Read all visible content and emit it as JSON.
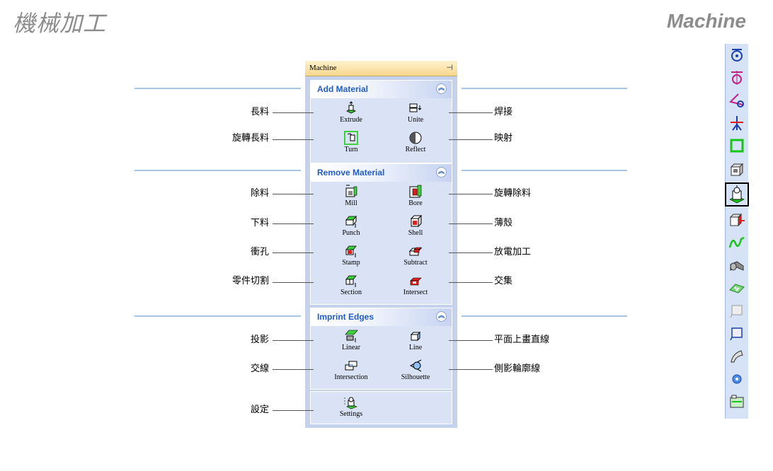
{
  "page": {
    "title_cn": "機械加工",
    "title_en": "Machine"
  },
  "panel": {
    "title": "Machine",
    "sections": [
      {
        "title": "Add Material",
        "tools": [
          {
            "label": "Extrude",
            "callout": "長料"
          },
          {
            "label": "Unite",
            "callout": "焊接"
          },
          {
            "label": "Turn",
            "callout": "旋轉長料"
          },
          {
            "label": "Reflect",
            "callout": "映射"
          }
        ]
      },
      {
        "title": "Remove Material",
        "tools": [
          {
            "label": "Mill",
            "callout": "除料"
          },
          {
            "label": "Bore",
            "callout": "旋轉除料"
          },
          {
            "label": "Punch",
            "callout": "下料"
          },
          {
            "label": "Shell",
            "callout": "薄殼"
          },
          {
            "label": "Stamp",
            "callout": "衝孔"
          },
          {
            "label": "Subtract",
            "callout": "放電加工"
          },
          {
            "label": "Section",
            "callout": "零件切割"
          },
          {
            "label": "Intersect",
            "callout": "交集"
          }
        ]
      },
      {
        "title": "Imprint Edges",
        "tools": [
          {
            "label": "Linear",
            "callout": "投影"
          },
          {
            "label": "Line",
            "callout": "平面上畫直線"
          },
          {
            "label": "Intersection",
            "callout": "交線"
          },
          {
            "label": "Silhouette",
            "callout": "側影輪廓線"
          }
        ]
      },
      {
        "title": "",
        "tools": [
          {
            "label": "Settings",
            "callout": "設定"
          }
        ]
      }
    ]
  },
  "toolbar": {
    "icons": [
      "circle-target-icon",
      "circle-cross-icon",
      "angle-circle-icon",
      "cross-red-icon",
      "green-square-icon",
      "cube-stack-icon",
      "machine-selected-icon",
      "cube-arrow-icon",
      "green-wave-icon",
      "gear-shaft-icon",
      "green-dotted-icon",
      "blank-frame-icon",
      "blue-frame-icon",
      "pen-curve-icon",
      "blue-gear-icon",
      "green-box-icon"
    ],
    "selected_index": 6
  },
  "colors": {
    "section_title": "#215dc6",
    "panel_bg": "#c5d2ef",
    "titlebar": "#f8d78c"
  }
}
